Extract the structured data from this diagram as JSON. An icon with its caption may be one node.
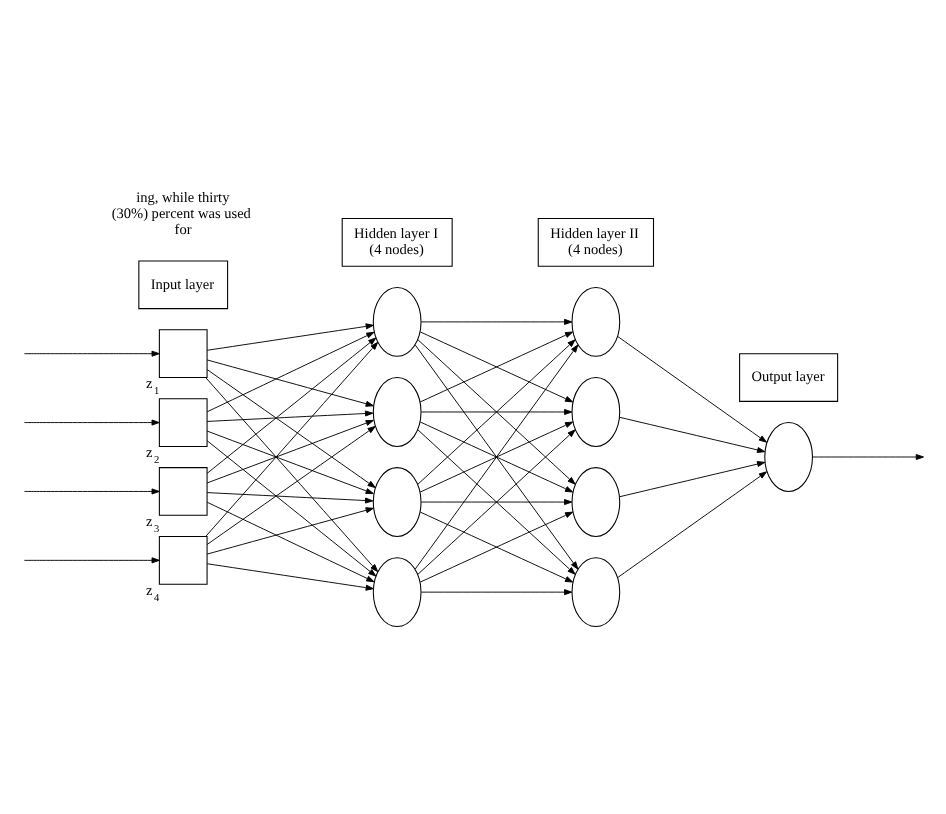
{
  "diagram": {
    "nodes": [
      {
        "text": [
          "Input layer"
        ]
      },
      {
        "text": [
          "Hidden layer I (4 nodes)"
        ]
      },
      {
        "text": [
          "Hidden layer II (4 nodes)"
        ]
      },
      {
        "text": [
          "Output layer"
        ]
      },
      {
        "text": [],
        "shape": "box",
        "beside": [
          "z$_{1}$"
        ]
      },
      {
        "text": [],
        "shape": "box",
        "beside": [
          "z$_{2}$"
        ]
      },
      {
        "text": [],
        "shape": "box",
        "beside": [
          "z$_{3}$"
        ]
      },
      {
        "text": [],
        "shape": "box",
        "beside": [
          "z$_{4}$"
        ]
      },
      {
        "text": [],
        "shape": "circle"
      },
      {
        "text": [],
        "shape": "circle"
      },
      {
        "text": [],
        "shape": "circle"
      },
      {
        "text": [],
        "shape": "circle"
      },
      {
        "text": [],
        "shape": "circle"
      },
      {
        "text": [],
        "shape": "circle"
      },
      {
        "text": [],
        "shape": "circle"
      },
      {
        "text": [],
        "shape": "circle"
      },
      {
        "text": [],
        "shape": "circle"
      }
    ],
    "edges": [
      {
        "from": null,
        "to": 4,
        "arrow": "to"
      },
      {
        "from": null,
        "to": 5,
        "arrow": "to"
      },
      {
        "from": null,
        "to": 6,
        "arrow": "to"
      },
      {
        "from": null,
        "to": 7,
        "arrow": "to"
      },
      {
        "from": 4,
        "to": 8,
        "arrow": "to"
      },
      {
        "from": 4,
        "to": 9,
        "arrow": "to"
      },
      {
        "from": 4,
        "to": 10,
        "arrow": "to"
      },
      {
        "from": 4,
        "to": 11,
        "arrow": "to"
      },
      {
        "from": 5,
        "to": 8,
        "arrow": "to"
      },
      {
        "from": 5,
        "to": 9,
        "arrow": "to"
      },
      {
        "from": 5,
        "to": 10,
        "arrow": "to"
      },
      {
        "from": 5,
        "to": 11,
        "arrow": "to"
      },
      {
        "from": 6,
        "to": 8,
        "arrow": "to"
      },
      {
        "from": 6,
        "to": 9,
        "arrow": "to"
      },
      {
        "from": 6,
        "to": 10,
        "arrow": "to"
      },
      {
        "from": 6,
        "to": 11,
        "arrow": "to"
      },
      {
        "from": 7,
        "to": 8,
        "arrow": "to"
      },
      {
        "from": 7,
        "to": 9,
        "arrow": "to"
      },
      {
        "from": 7,
        "to": 10,
        "arrow": "to"
      },
      {
        "from": 7,
        "to": 11,
        "arrow": "to"
      },
      {
        "from": 8,
        "to": 12,
        "arrow": "to"
      },
      {
        "from": 8,
        "to": 13,
        "arrow": "to"
      },
      {
        "from": 8,
        "to": 14,
        "arrow": "to"
      },
      {
        "from": 8,
        "to": 15,
        "arrow": "to"
      },
      {
        "from": 9,
        "to": 12,
        "arrow": "to"
      },
      {
        "from": 9,
        "to": 13,
        "arrow": "to"
      },
      {
        "from": 9,
        "to": 14,
        "arrow": "to"
      },
      {
        "from": 9,
        "to": 15,
        "arrow": "to"
      },
      {
        "from": 10,
        "to": 12,
        "arrow": "to"
      },
      {
        "from": 10,
        "to": 13,
        "arrow": "to"
      },
      {
        "from": 10,
        "to": 14,
        "arrow": "to"
      },
      {
        "from": 10,
        "to": 15,
        "arrow": "to"
      },
      {
        "from": 11,
        "to": 12,
        "arrow": "to"
      },
      {
        "from": 11,
        "to": 13,
        "arrow": "to"
      },
      {
        "from": 11,
        "to": 14,
        "arrow": "to"
      },
      {
        "from": 11,
        "to": 15,
        "arrow": "to"
      },
      {
        "from": 12,
        "to": 16,
        "arrow": "to"
      },
      {
        "from": 13,
        "to": 16,
        "arrow": "to"
      },
      {
        "from": 14,
        "to": 16,
        "arrow": "to"
      },
      {
        "from": 15,
        "to": 16,
        "arrow": "to"
      },
      {
        "from": 16,
        "to": null,
        "arrow": "to"
      }
    ],
    "labels": [
      "ing, while thirty (30%) percent was used for"
    ]
  }
}
